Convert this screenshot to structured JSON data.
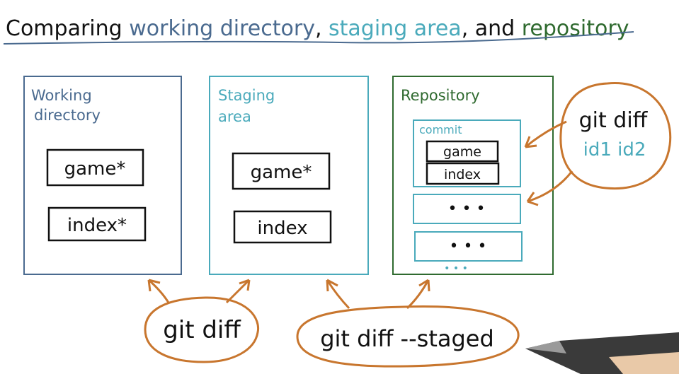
{
  "title": {
    "prefix": "Comparing ",
    "working": "working directory",
    "sep1": ", ",
    "staging": "staging area",
    "sep2": ", and ",
    "repository": "repository"
  },
  "colors": {
    "ink": "#111111",
    "working": "#4a6a8f",
    "staging": "#4aaabb",
    "repository": "#2f6a2f",
    "callout": "#c8762e",
    "underline": "#4a6a8f"
  },
  "panels": {
    "working": {
      "label_line1": "Working",
      "label_line2": "directory",
      "files": [
        "game*",
        "index*"
      ]
    },
    "staging": {
      "label_line1": "Staging",
      "label_line2": "area",
      "files": [
        "game*",
        "index"
      ]
    },
    "repository": {
      "label": "Repository",
      "commit_label": "commit",
      "commit_files": [
        "game",
        "index"
      ],
      "more_commits": [
        "• • •",
        "• • •"
      ],
      "ellipsis": "• • •"
    }
  },
  "callouts": {
    "git_diff": "git diff",
    "git_diff_staged": "git diff --staged",
    "git_diff_ids_cmd": "git diff",
    "git_diff_ids_args": "id1 id2"
  }
}
